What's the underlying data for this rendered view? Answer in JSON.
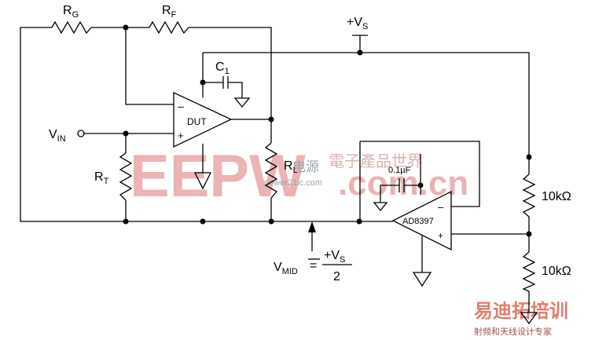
{
  "labels": {
    "rg": "R",
    "rg_sub": "G",
    "rf": "R",
    "rf_sub": "F",
    "vs": "+V",
    "vs_sub": "S",
    "c1": "C",
    "c1_sub": "1",
    "dut": "DUT",
    "vin": "V",
    "vin_sub": "IN",
    "rt": "R",
    "rt_sub": "T",
    "rl": "R",
    "rl_sub": "L",
    "cap": "0.1µF",
    "amp": "AD8397",
    "r10k_top": "10kΩ",
    "r10k_bot": "10kΩ",
    "vmid": "V",
    "vmid_sub": "MID",
    "vmid_eq": "=",
    "vmid_num": "+V",
    "vmid_num_sub": "S",
    "vmid_den": "2",
    "minus": "–",
    "plus": "+"
  },
  "watermarks": {
    "eepw": "EEPW",
    "com": ".com.cn",
    "cn_world": "電子產品世界",
    "dian_yuan": "电源",
    "power": "power21ic.com",
    "brand": "易迪拓培训",
    "brand_sub": "射频和天线设计专家"
  }
}
